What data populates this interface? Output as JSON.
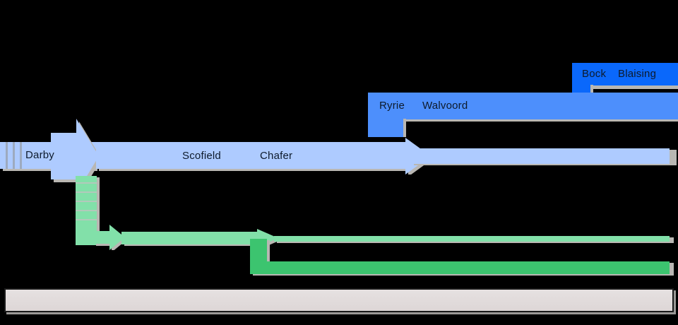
{
  "chart_data": {
    "type": "diagram",
    "title": "",
    "background": "#000000",
    "colors": {
      "light_blue": "#aecbff",
      "blue": "#4d8ffc",
      "bright_blue": "#0a68fb",
      "light_green": "#82e0a9",
      "green": "#3cc46f",
      "axis_bar": "#e3dede",
      "shadow": "#b9b7b3",
      "text": "#0d1a2b"
    },
    "tracks": [
      {
        "id": "bright-blue-track",
        "color": "#0a68fb",
        "labels": [
          "Bock",
          "Blaising"
        ]
      },
      {
        "id": "blue-track",
        "color": "#4d8ffc",
        "labels": [
          "Ryrie",
          "Walvoord"
        ]
      },
      {
        "id": "light-blue-track",
        "color": "#aecbff",
        "labels": [
          "Darby",
          "Scofield",
          "Chafer"
        ]
      },
      {
        "id": "light-green-track",
        "color": "#82e0a9",
        "labels": []
      },
      {
        "id": "green-track",
        "color": "#3cc46f",
        "labels": []
      }
    ]
  },
  "labels": {
    "darby": "Darby",
    "scofield": "Scofield",
    "chafer": "Chafer",
    "ryrie": "Ryrie",
    "walvoord": "Walvoord",
    "bock": "Bock",
    "blaising": "Blaising"
  },
  "axis": {
    "bar_label": ""
  }
}
